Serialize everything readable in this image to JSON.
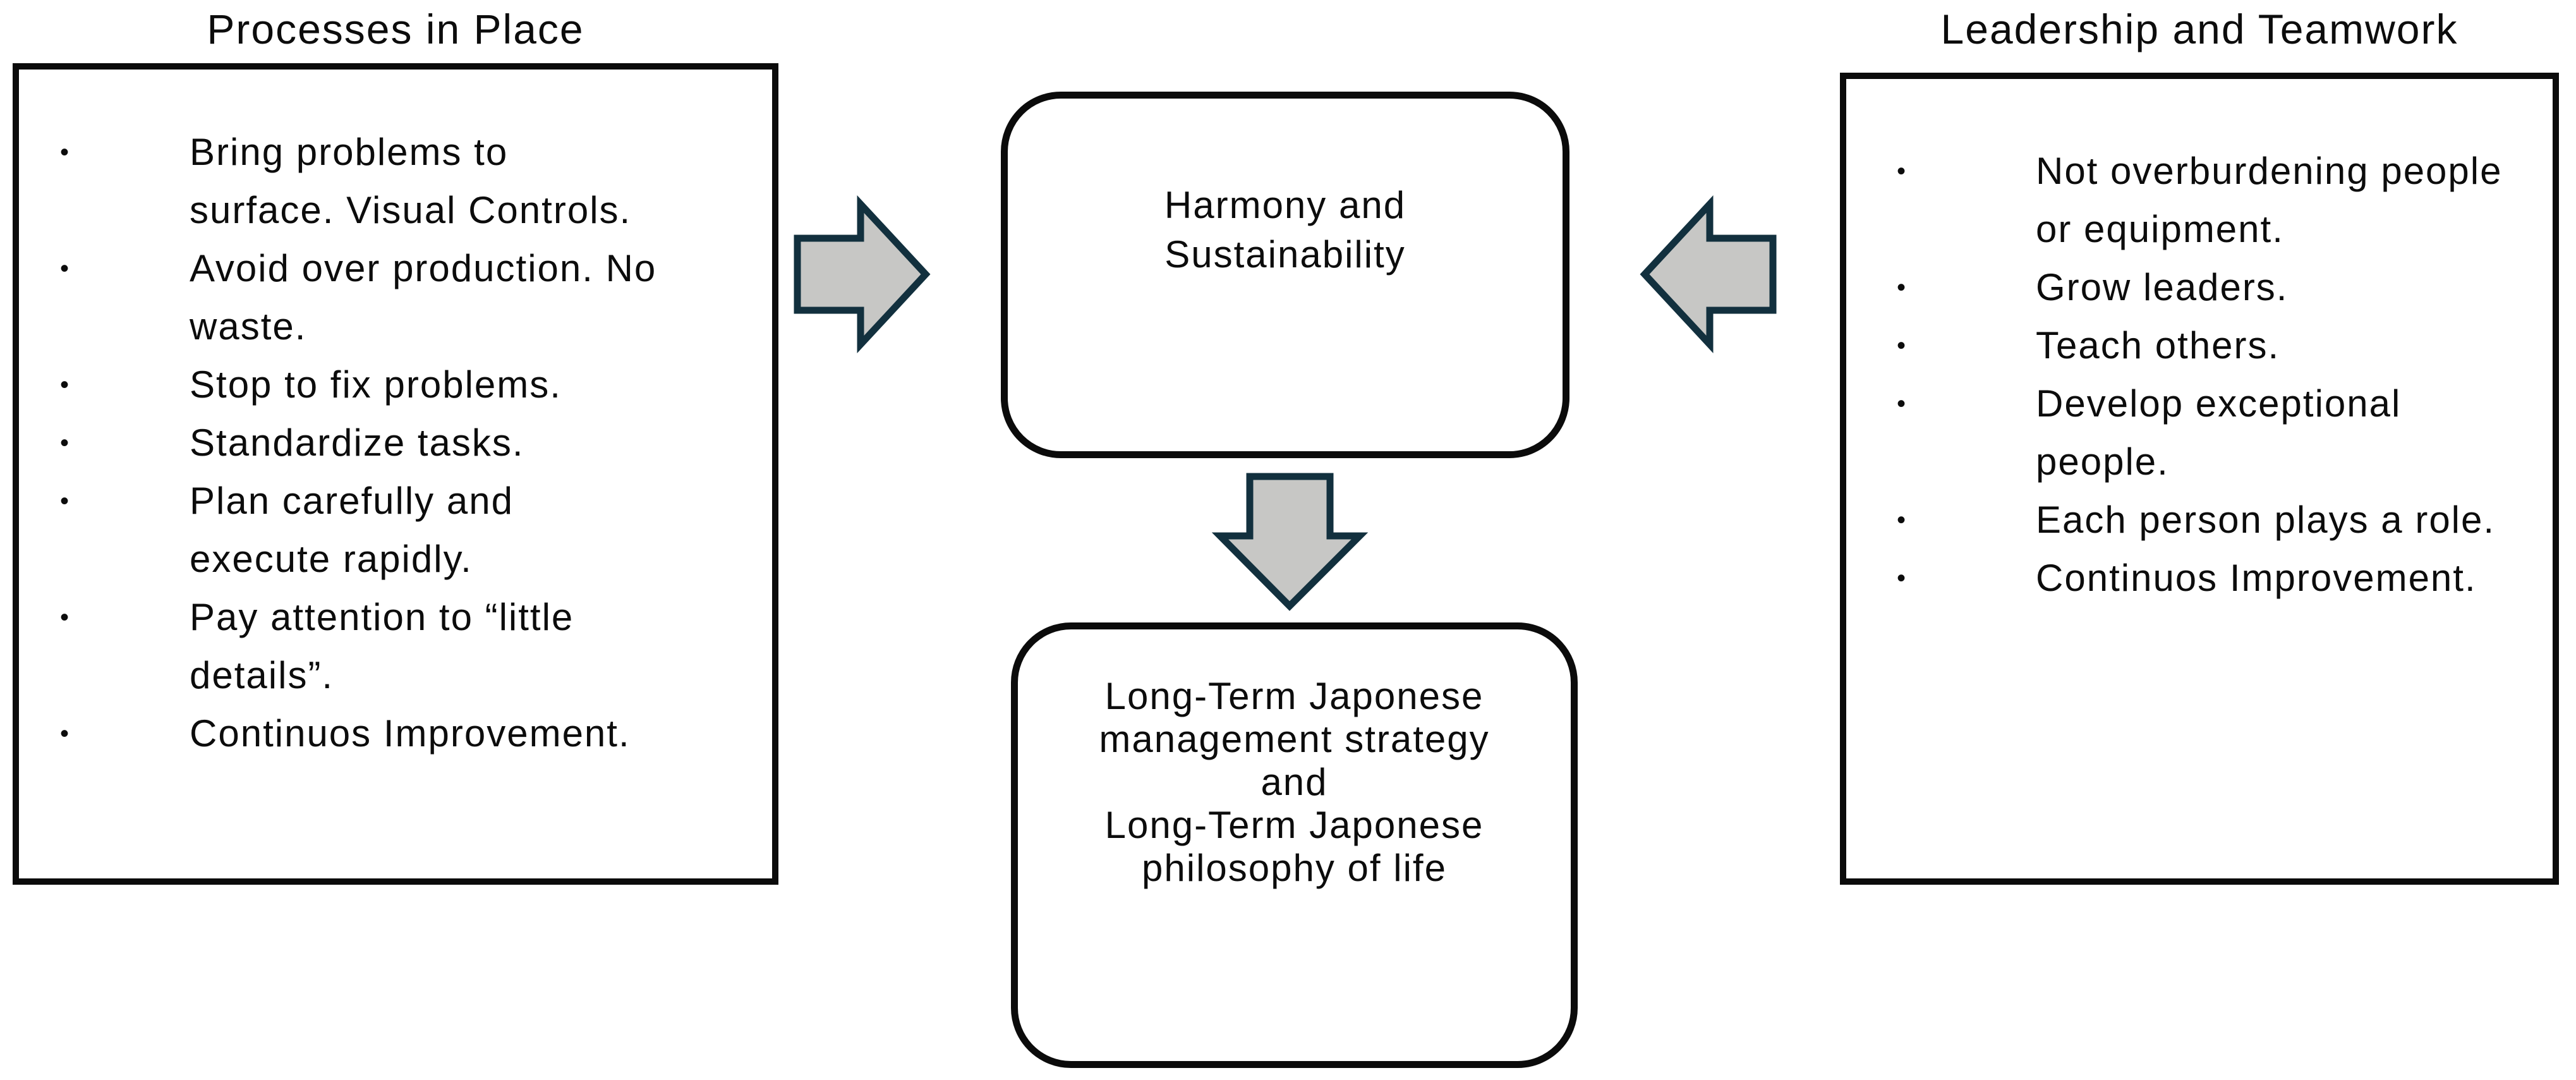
{
  "background": "#ffffff",
  "text_color": "#0c0c0c",
  "box_border_color": "#0b0b0b",
  "bullet_char": "•",
  "left_panel": {
    "title": "Processes in Place",
    "bullets": [
      [
        "Bring problems to",
        "surface. Visual Controls."
      ],
      [
        "Avoid over production. No",
        "waste."
      ],
      [
        "Stop to fix problems."
      ],
      [
        "Standardize tasks."
      ],
      [
        "Plan carefully and",
        "execute rapidly."
      ],
      [
        "Pay attention to “little",
        "details”."
      ],
      [
        "Continuos Improvement."
      ]
    ]
  },
  "right_panel": {
    "title": "Leadership and Teamwork",
    "bullets": [
      [
        "Not overburdening people",
        "or equipment."
      ],
      [
        "Grow leaders."
      ],
      [
        "Teach others."
      ],
      [
        "Develop exceptional",
        "people."
      ],
      [
        "Each person plays a role."
      ],
      [
        "Continuos Improvement."
      ]
    ]
  },
  "center_box": {
    "lines": [
      "Harmony and",
      "Sustainability"
    ]
  },
  "bottom_box": {
    "lines": [
      "Long-Term Japonese",
      "management strategy",
      "and",
      "Long-Term Japonese",
      "philosophy of life"
    ]
  },
  "arrows": {
    "fill": "#c7c7c5",
    "outline": "#12303e",
    "items": [
      {
        "icon": "block-arrow-right-icon",
        "meaning": "left-panel-to-center"
      },
      {
        "icon": "block-arrow-left-icon",
        "meaning": "right-panel-to-center"
      },
      {
        "icon": "block-arrow-down-icon",
        "meaning": "center-to-bottom"
      }
    ]
  }
}
